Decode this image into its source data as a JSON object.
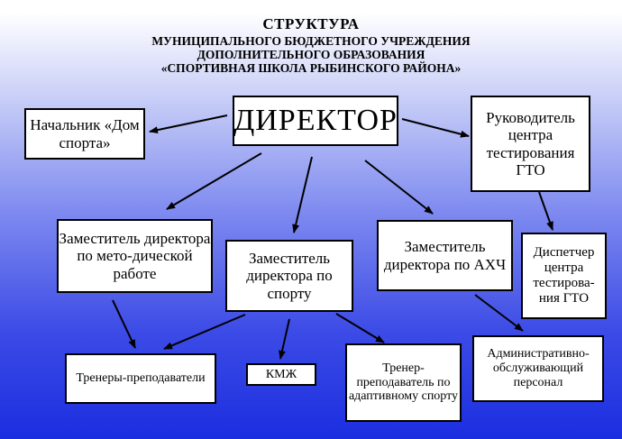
{
  "title": {
    "line1": "СТРУКТУРА",
    "line2": "МУНИЦИПАЛЬНОГО БЮДЖЕТНОГО УЧРЕЖДЕНИЯ",
    "line3": "ДОПОЛНИТЕЛЬНОГО ОБРАЗОВАНИЯ",
    "line4": "«СПОРТИВНАЯ ШКОЛА РЫБИНСКОГО РАЙОНА»"
  },
  "nodes": {
    "director": "ДИРЕКТОР",
    "dom_sporta": "Начальник «Дом спорта»",
    "gto_head": "Руководитель центра тестирования ГТО",
    "deputy_method": "Заместитель директора по мето-дической работе",
    "deputy_sport": "Заместитель директора по спорту",
    "deputy_ahch": "Заместитель директора по АХЧ",
    "gto_dispatcher": "Диспетчер центра тестирова-ния ГТО",
    "coaches": "Тренеры-преподаватели",
    "kmzh": "КМЖ",
    "adaptive_coach": "Тренер-преподаватель по адаптивному спорту",
    "admin_staff": "Административно-обслуживающий персонал"
  }
}
